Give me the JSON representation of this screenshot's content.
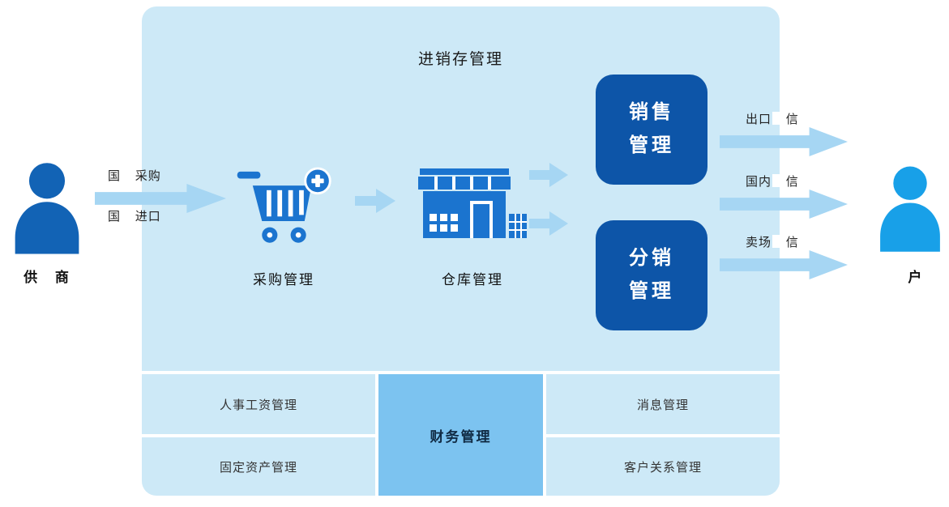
{
  "title": "进销存管理",
  "actors": {
    "supplier": {
      "prefix": "供",
      "suffix": "商"
    },
    "customer": {
      "prefix": "",
      "suffix": "户"
    }
  },
  "inbound_labels": [
    {
      "prefix": "国",
      "suffix": "采购"
    },
    {
      "prefix": "国",
      "suffix": "进口"
    }
  ],
  "outbound_labels": [
    {
      "prefix": "出口",
      "suffix": "信"
    },
    {
      "prefix": "国内",
      "suffix": "信"
    },
    {
      "prefix": "卖场",
      "suffix": "信"
    }
  ],
  "nodes": {
    "purchase_label": "采购管理",
    "warehouse_label": "仓库管理",
    "sales_box": {
      "line1": "销售",
      "line2": "管理"
    },
    "distribution_box": {
      "line1": "分销",
      "line2": "管理"
    }
  },
  "bottom_modules": {
    "hr_payroll": "人事工资管理",
    "fixed_assets": "固定资产管理",
    "finance": "财务管理",
    "messages": "消息管理",
    "crm": "客户关系管理"
  },
  "icons": {
    "supplier": "person-icon",
    "customer": "person-icon",
    "purchase": "shopping-cart-plus-icon",
    "warehouse": "warehouse-store-icon"
  },
  "colors": {
    "panel_bg": "#cde9f7",
    "finance_cell_bg": "#7cc3f0",
    "dark_box_bg": "#0d55a8",
    "arrow": "#a6d6f3",
    "icon_blue": "#1b74cf",
    "supplier_person": "#1263b5",
    "customer_person": "#18a0e8"
  }
}
